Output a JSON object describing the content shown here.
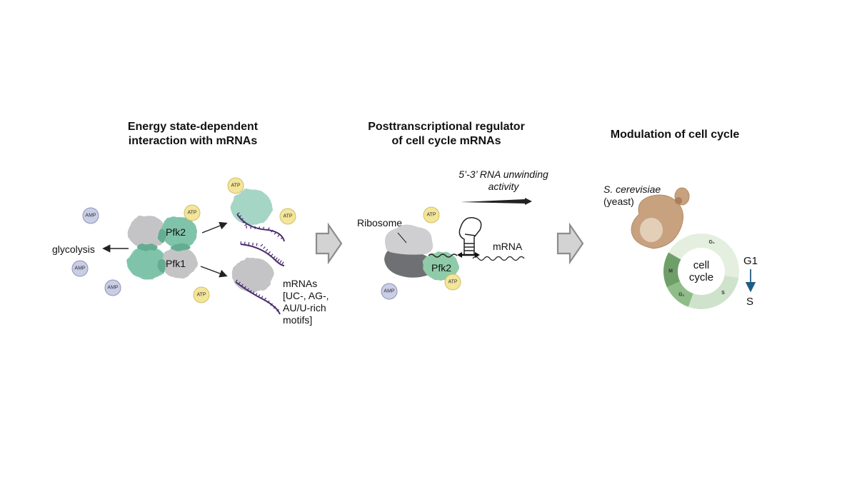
{
  "panels": [
    {
      "title_line1": "Energy state-dependent",
      "title_line2": "interaction with mRNAs",
      "glycolysis_label": "glycolysis",
      "proteins": {
        "top": "Pfk2",
        "bottom": "Pfk1"
      },
      "molecules": {
        "amp": "AMP",
        "atp": "ATP"
      },
      "mrna_label": [
        "mRNAs",
        "[UC-, AG-,",
        "AU/U-rich",
        "motifs]"
      ]
    },
    {
      "title_line1": "Posttranscriptional regulator",
      "title_line2": "of cell cycle mRNAs",
      "unwinding_label_line1": "5’-3’ RNA unwinding",
      "unwinding_label_line2": "activity",
      "ribosome_label": "Ribosome",
      "protein_label": "Pfk2",
      "mrna_label": "mRNA",
      "molecules": {
        "amp": "AMP",
        "atp": "ATP"
      }
    },
    {
      "title": "Modulation of cell cycle",
      "organism_line1": "S. cerevisiae",
      "organism_line2": "(yeast)",
      "cycle_center_line1": "cell",
      "cycle_center_line2": "cycle",
      "phases": [
        "G₁",
        "S",
        "G₂",
        "M"
      ],
      "transition_from": "G1",
      "transition_to": "S"
    }
  ],
  "colors": {
    "teal_protein": "#7fc4aa",
    "gray_protein": "#c4c4c6",
    "atp_fill": "#f3e59a",
    "amp_fill": "#c9cde6",
    "mrna_purple": "#4b2a6e",
    "yeast_fill": "#c8a27f",
    "cycle_g1": "#e4efdf",
    "cycle_s": "#cfe3cc",
    "cycle_g2": "#8fbd88",
    "cycle_m": "#6e9f68",
    "transition_arrow": "#1d5e84",
    "block_arrow": "#d3d3d3"
  }
}
